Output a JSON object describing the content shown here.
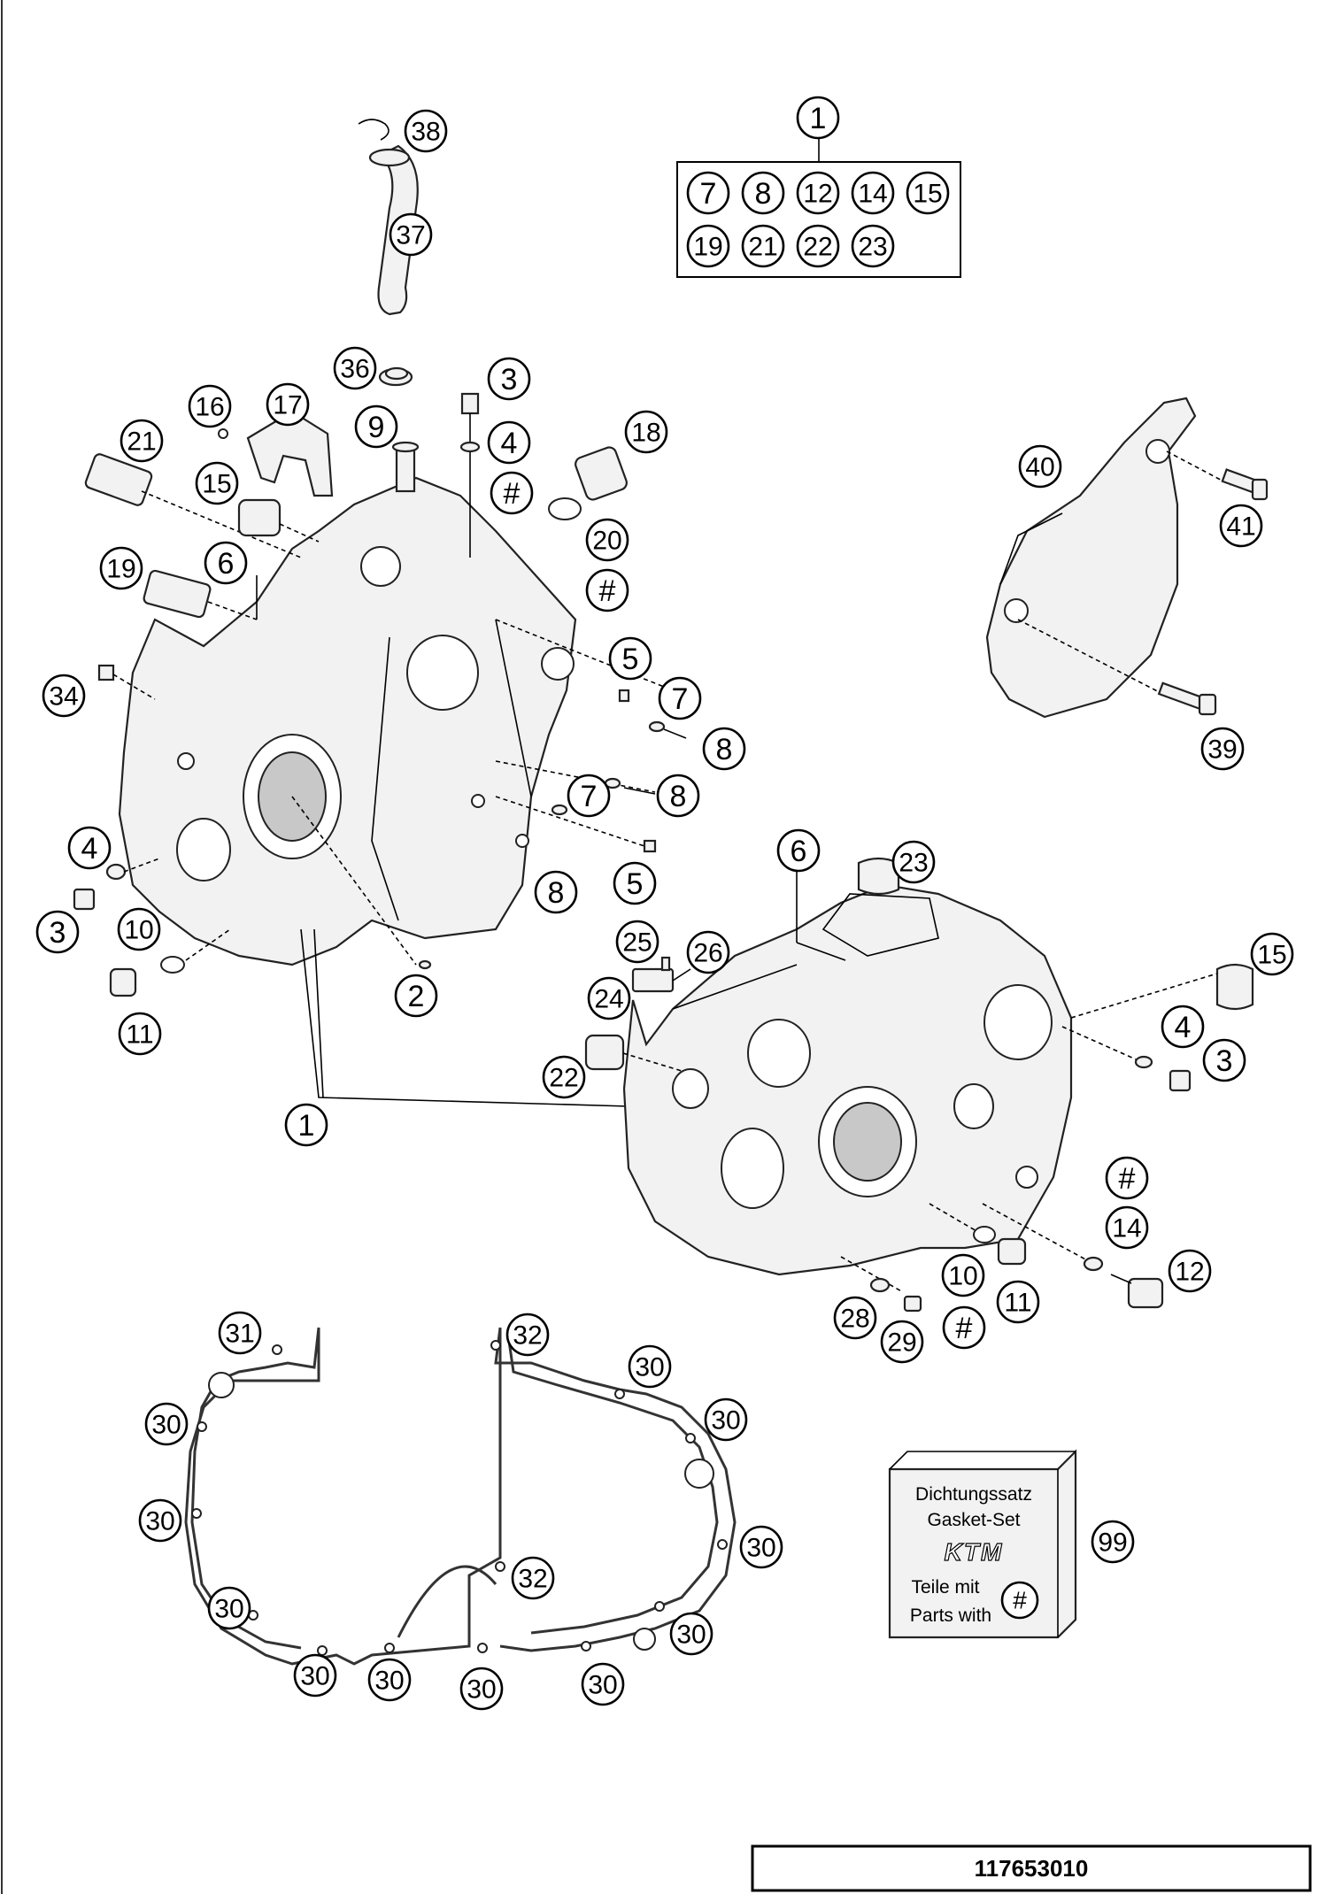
{
  "callouts": {
    "c1_top": "1",
    "c7": "7",
    "c8": "8",
    "c12": "12",
    "c14": "14",
    "c15": "15",
    "c19": "19",
    "c21": "21",
    "c22": "22",
    "c23": "23",
    "c38": "38",
    "c37": "37",
    "c36": "36",
    "c3a": "3",
    "c4a": "4",
    "ha": "#",
    "c18": "18",
    "c20": "20",
    "hb": "#",
    "c9": "9",
    "c16": "16",
    "c17": "17",
    "c21b": "21",
    "c15b": "15",
    "c19b": "19",
    "c6a": "6",
    "c40": "40",
    "c41": "41",
    "c39": "39",
    "c34": "34",
    "c5a": "5",
    "c7a": "7",
    "c8a": "8",
    "c8b": "8",
    "c7b": "7",
    "c8c": "8",
    "c5b": "5",
    "c4b": "4",
    "c3b": "3",
    "c10a": "10",
    "c11a": "11",
    "c2": "2",
    "c1_mid": "1",
    "c6b": "6",
    "c23b": "23",
    "c25": "25",
    "c26": "26",
    "c24": "24",
    "c22b": "22",
    "c15c": "15",
    "c4c": "4",
    "c3c": "3",
    "hc": "#",
    "c14b": "14",
    "c12b": "12",
    "c10b": "10",
    "hd": "#",
    "c11b": "11",
    "c28": "28",
    "c29": "29",
    "c31": "31",
    "c32a": "32",
    "c30a": "30",
    "c30b": "30",
    "c30c": "30",
    "c30d": "30",
    "c30e": "30",
    "c32b": "32",
    "c30f": "30",
    "c30g": "30",
    "c30h": "30",
    "c30i": "30",
    "c30j": "30",
    "c30k": "30",
    "c99": "99"
  },
  "gasket_set_box": {
    "line1": "Dichtungssatz",
    "line2": "Gasket-Set",
    "logo": "KTM",
    "line3": "Teile mit",
    "line4": "Parts with",
    "mark": "#"
  },
  "drawing_code": "117653010"
}
